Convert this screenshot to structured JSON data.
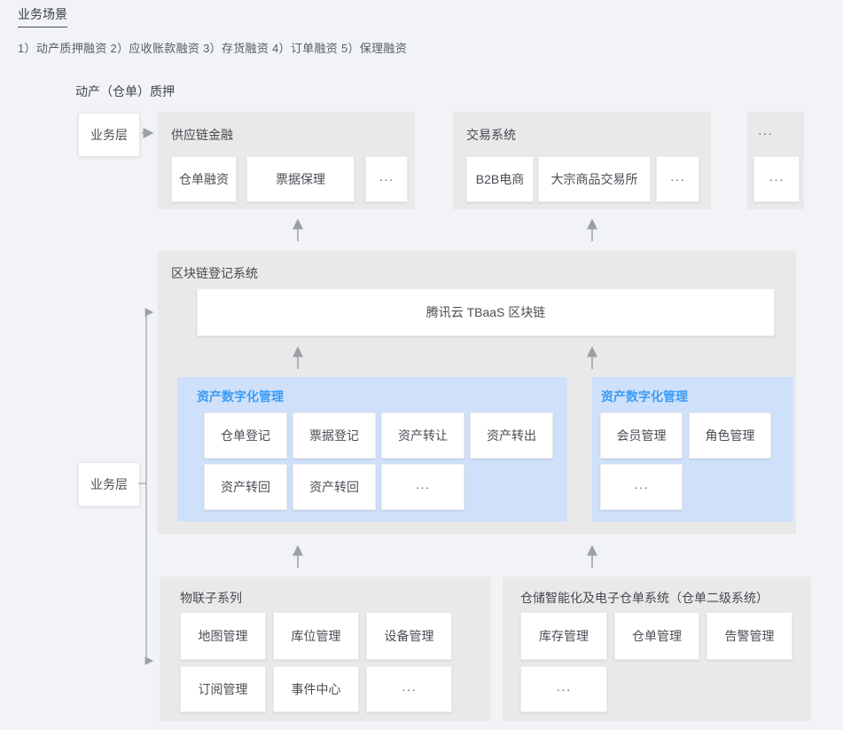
{
  "header": {
    "title": "业务场景",
    "subtitle": "1）动产质押融资 2）应收账款融资 3）存货融资 4）订单融资 5）保理融资",
    "section_label": "动产（仓单）质押"
  },
  "business_layers": {
    "top": "业务层",
    "middle": "业务层"
  },
  "top_row": {
    "supply_chain_finance": {
      "title": "供应链金融",
      "items": [
        "仓单融资",
        "票据保理",
        "···"
      ]
    },
    "trading_system": {
      "title": "交易系统",
      "items": [
        "B2B电商",
        "大宗商品交易所",
        "···"
      ]
    },
    "more": {
      "title": "···",
      "items": [
        "···"
      ]
    }
  },
  "blockchain": {
    "title": "区块链登记系统",
    "tbaas": "腾讯云 TBaaS 区块链",
    "asset_left": {
      "title": "资产数字化管理",
      "items": [
        "仓单登记",
        "票据登记",
        "资产转让",
        "资产转出",
        "资产转回",
        "资产转回",
        "···"
      ]
    },
    "asset_right": {
      "title": "资产数字化管理",
      "items": [
        "会员管理",
        "角色管理",
        "···"
      ]
    }
  },
  "bottom_row": {
    "iot": {
      "title": "物联子系列",
      "items": [
        "地图管理",
        "库位管理",
        "设备管理",
        "订阅管理",
        "事件中心",
        "···"
      ]
    },
    "warehouse": {
      "title": "仓储智能化及电子仓单系统（仓单二级系统）",
      "items": [
        "库存管理",
        "仓单管理",
        "告警管理",
        "···"
      ]
    }
  },
  "colors": {
    "page_bg": "#f1f3f6",
    "panel_gray": "#e9e9ea",
    "panel_blue": "#cfe0fa",
    "accent_blue": "#3b9cf5",
    "arrow_gray": "#9aa0a6",
    "text_dark": "#45494e"
  }
}
